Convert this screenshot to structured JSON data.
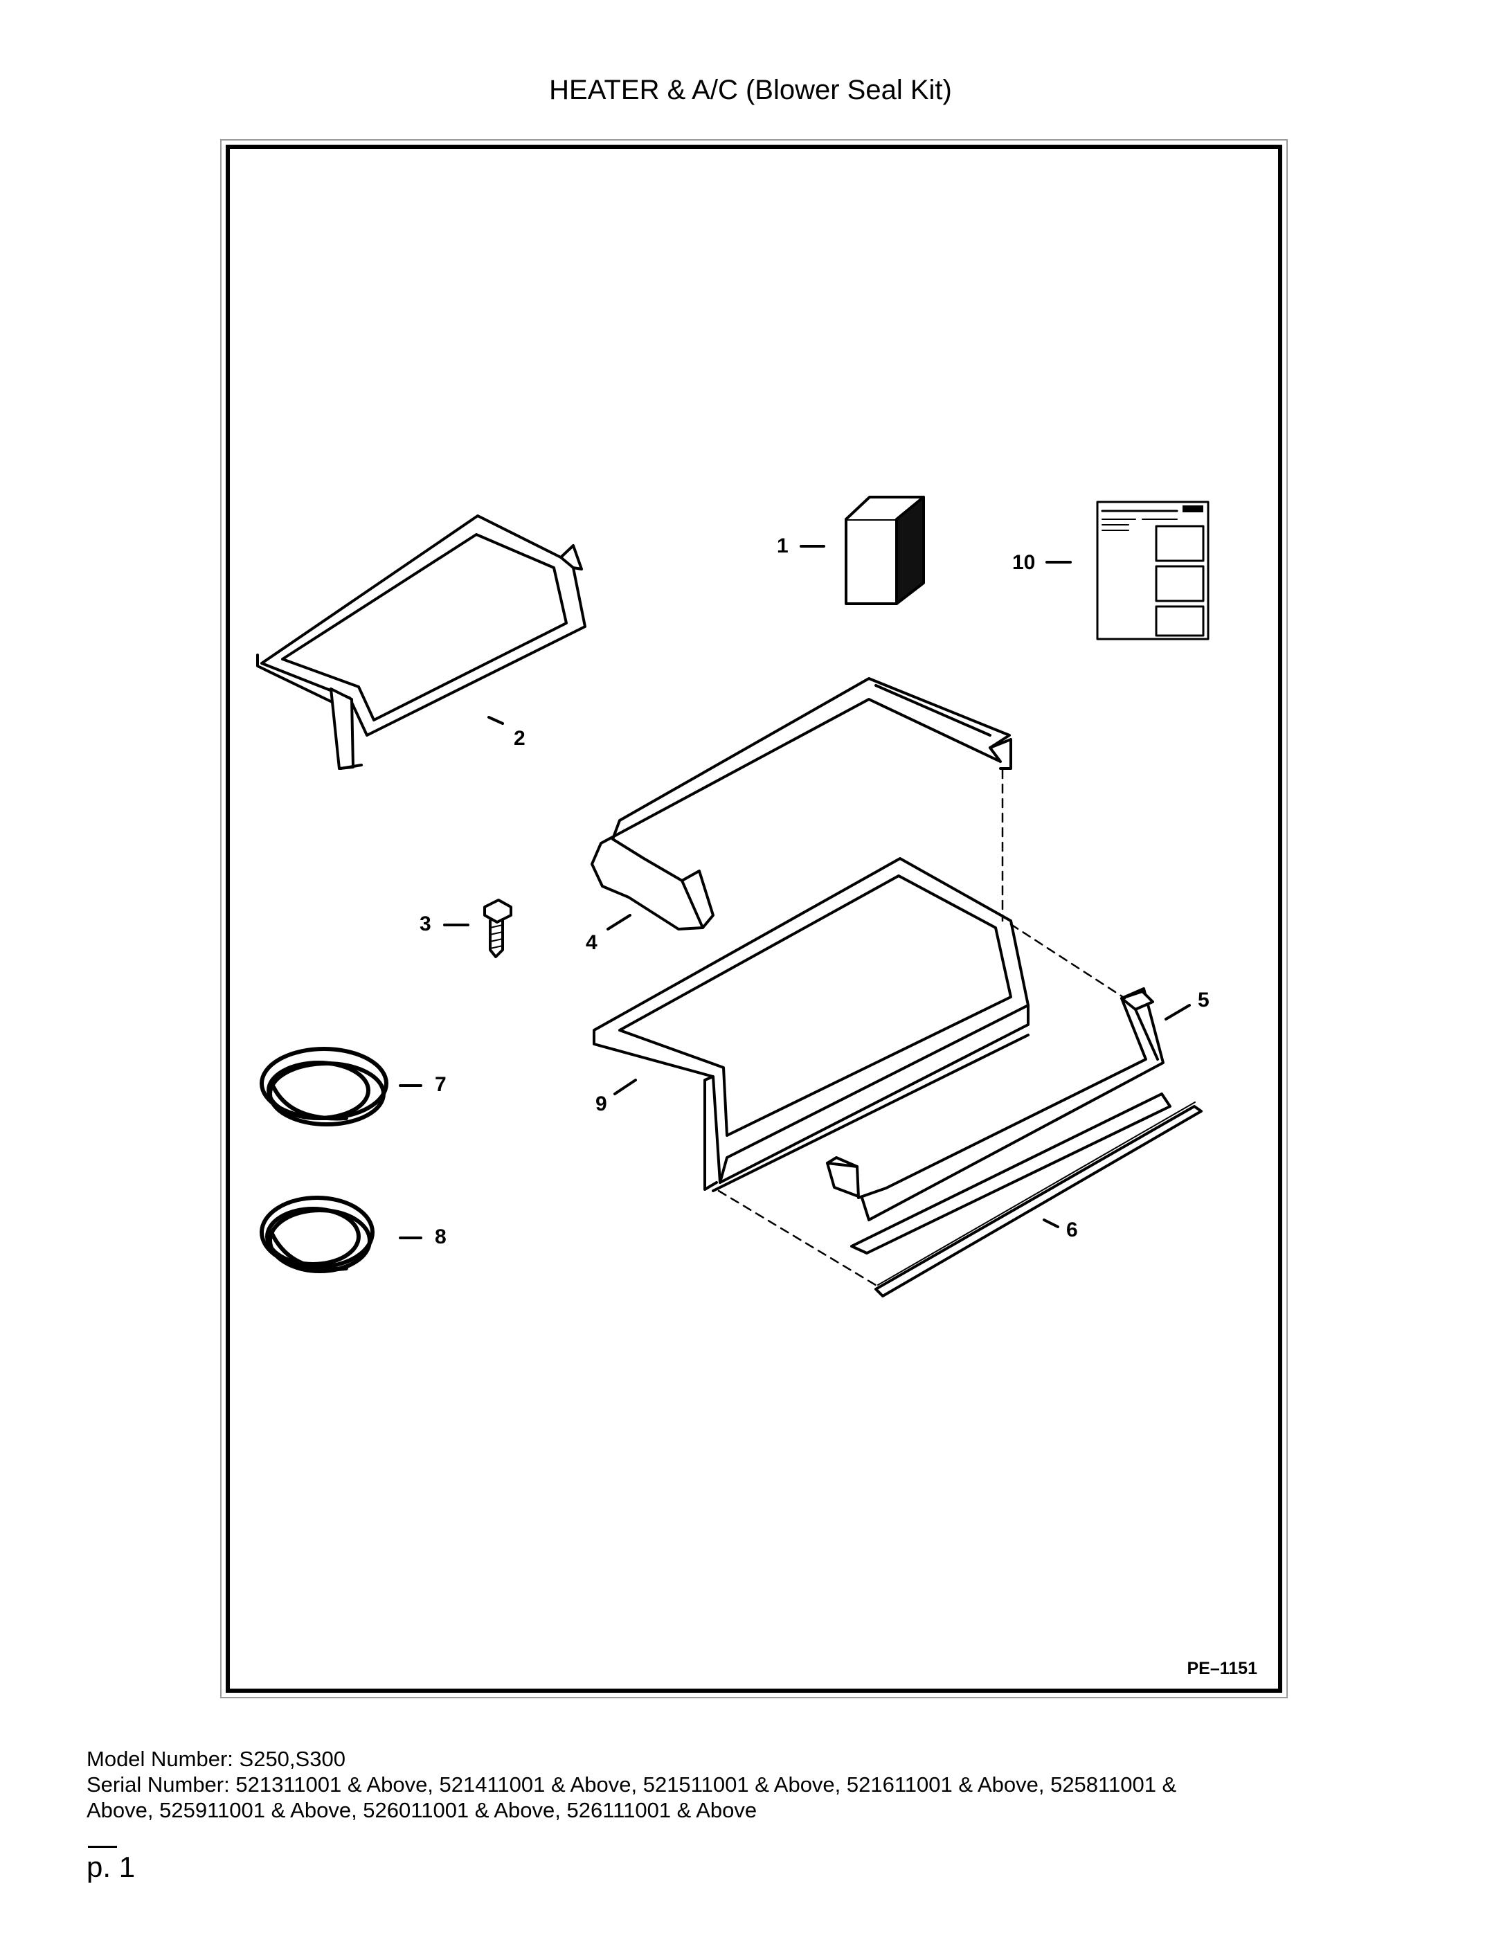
{
  "page": {
    "title": "HEATER & A/C (Blower Seal Kit)",
    "figure_code": "PE–1151",
    "model_line": "Model Number: S250,S300",
    "serial_line_1": "Serial Number: 521311001 & Above, 521411001 & Above, 521511001 & Above, 521611001 & Above, 525811001 &",
    "serial_line_2": "Above, 525911001 & Above, 526011001 & Above, 526111001 & Above",
    "page_number": "p. 1"
  },
  "callouts": {
    "c1": "1",
    "c2": "2",
    "c3": "3",
    "c4": "4",
    "c5": "5",
    "c6": "6",
    "c7": "7",
    "c8": "8",
    "c9": "9",
    "c10": "10"
  }
}
